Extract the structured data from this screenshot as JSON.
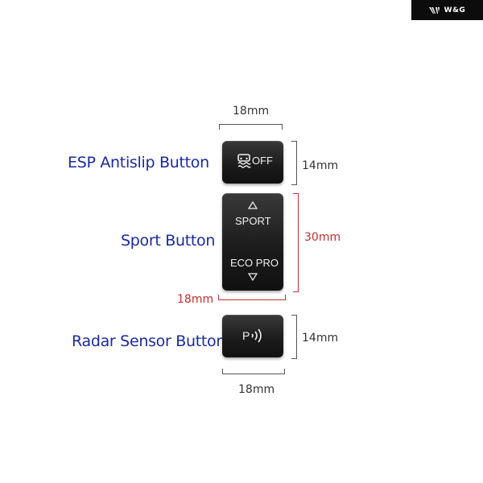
{
  "brand": {
    "logo_text": "W&G"
  },
  "labels": {
    "esp": "ESP Antislip Button",
    "sport": "Sport Button",
    "radar": "Radar Sensor Button"
  },
  "buttons": {
    "esp": {
      "text": "OFF"
    },
    "sport": {
      "top_text": "SPORT",
      "bottom_text": "ECO PRO"
    },
    "radar": {
      "text": "P"
    }
  },
  "dimensions": {
    "esp_width": "18mm",
    "esp_height": "14mm",
    "sport_height": "30mm",
    "sport_width": "18mm",
    "radar_height": "14mm",
    "radar_width": "18mm"
  },
  "colors": {
    "label": "#1a2a9e",
    "red_dimension": "#c03030",
    "button": "#1c1c1c"
  }
}
